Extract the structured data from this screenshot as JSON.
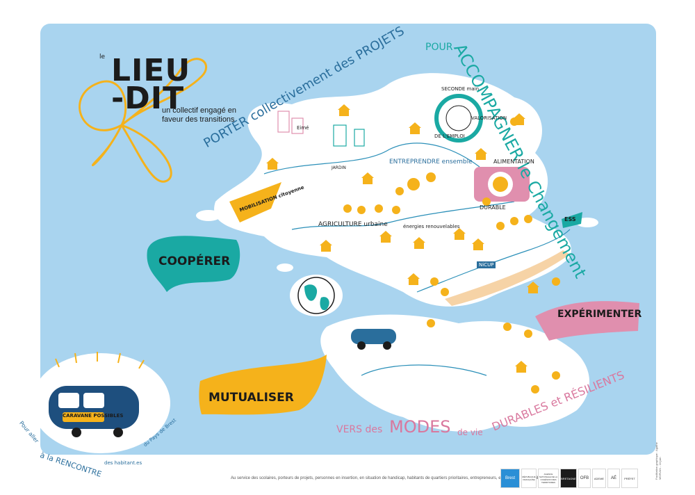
{
  "logo": {
    "small_word": "le",
    "line1": "LIEU",
    "line2": "-DIT",
    "tagline": "un collectif engagé en faveur des transitions"
  },
  "headline": {
    "part1": "PORTER collectivement des PROJETS",
    "part2": "POUR",
    "part3": "ACCOMPAGNER le Changement"
  },
  "bottom_line": {
    "part1": "VERS des",
    "part2": "MODES",
    "part3": "de vie",
    "part4": "DURABLES et RÉSILIENTS"
  },
  "actions": {
    "cooperer": "COOPÉRER",
    "mutualiser": "MUTUALISER",
    "experimenter": "EXPÉRIMENTER"
  },
  "map_labels": {
    "mobilisation": "MOBILISATION citoyenne",
    "agriculture": "AGRICULTURE urbaine",
    "entreprendre": "ENTREPRENDRE ensemble",
    "alimentation": "ALIMENTATION",
    "durable": "DURABLE",
    "seconde_main": "SECONDE main",
    "valorisation": "VALORISATION",
    "emploi": "DE L'EMPLOI",
    "ess": "ESS",
    "energies": "énergies renouvelables",
    "nicup": "NiCUP",
    "eime": "Eimé",
    "jardin": "JARDIN"
  },
  "caravan": {
    "sign": "CARAVANE POSSIBLES",
    "caption_part1": "Pour aller",
    "caption_part2": "à la RENCONTRE",
    "caption_part3": "des habitant.es",
    "caption_part4": "du Pays de Brest"
  },
  "footer": {
    "note": "Au service des scolaires, porteurs de projets, personnes en insertion, en situation de handicap, habitants de quartiers prioritaires, entrepreneurs, entreprises, collectivités",
    "credit": "Facilitation graphique : Agathe MORVAN - 10 juin"
  },
  "partners": [
    "Brest",
    "RÉPUBLIQUE FRANÇAISE",
    "AGENCE NATIONALE DE LA COHÉSION DES TERRITOIRES",
    "BRETAGNE",
    "OFB",
    "ADEME",
    "AÉ",
    "PRÉFET"
  ],
  "colors": {
    "sea": "#a9d4ef",
    "land": "#ffffff",
    "yellow": "#f5b21b",
    "teal": "#1aa9a3",
    "pink": "#e08fae",
    "navy": "#2a6e9c"
  }
}
